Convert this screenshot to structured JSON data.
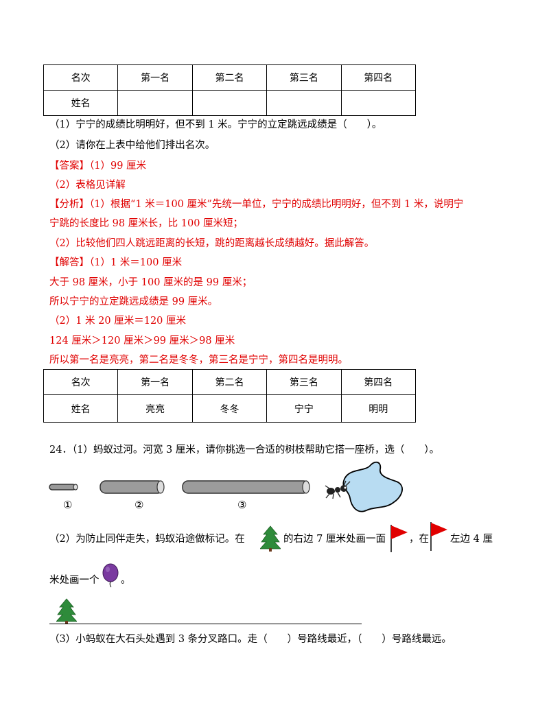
{
  "table1": {
    "header": [
      "名次",
      "第一名",
      "第二名",
      "第三名",
      "第四名"
    ],
    "row": [
      "姓名",
      "",
      "",
      "",
      ""
    ]
  },
  "q1": "（1）宁宁的成绩比明明好，但不到 1 米。宁宁的立定跳远成绩是（　　）。",
  "q2": "（2）请你在上表中给他们排出名次。",
  "answer_1": "【答案】（1）99 厘米",
  "answer_2": "（2）表格见详解",
  "analysis_1": "【分析】（1）根据“1 米＝100 厘米”先统一单位，宁宁的成绩比明明好，但不到 1 米，说明宁",
  "analysis_2": "宁跳的长度比 98 厘米长，比 100 厘米短；",
  "analysis_3": "（2）比较他们四人跳远距离的长短，跳的距离越长成绩越好。据此解答。",
  "solution_1": "【解答】（1）1 米＝100 厘米",
  "solution_2": "大于 98 厘米，小于 100 厘米的是 99 厘米；",
  "solution_3": "所以宁宁的立定跳远成绩是 99 厘米。",
  "solution_4": "（2）1 米 20 厘米＝120 厘米",
  "solution_5": "124 厘米＞120 厘米＞99 厘米＞98 厘米",
  "solution_6": "所以第一名是亮亮，第二名是冬冬，第三名是宁宁，第四名是明明。",
  "table2": {
    "header": [
      "名次",
      "第一名",
      "第二名",
      "第三名",
      "第四名"
    ],
    "row": [
      "姓名",
      "亮亮",
      "冬冬",
      "宁宁",
      "明明"
    ]
  },
  "q24_1": "24．（1）蚂蚁过河。河宽 3 厘米，请你挑选一合适的树枝帮助它搭一座桥，选（　　）。",
  "stick_labels": [
    "①",
    "②",
    "③"
  ],
  "q24_2a": "（2）为防止同伴走失，蚂蚁沿途做标记。在",
  "q24_2b": "的右边 7 厘米处画一面",
  "q24_2c": "，在",
  "q24_2d": "左边 4 厘",
  "q24_2e": "米处画一个",
  "q24_2f": "。",
  "q24_3": "（3）小蚂蚁在大石头处遇到 3 条分叉路口。走（　　）号路线最近，（　　）号路线最远。",
  "colors": {
    "answer_red": "#e00000",
    "water": "#b8dcf2",
    "tree": "#2e8b3a",
    "flag": "#e00000",
    "balloon": "#7a3aa0"
  }
}
